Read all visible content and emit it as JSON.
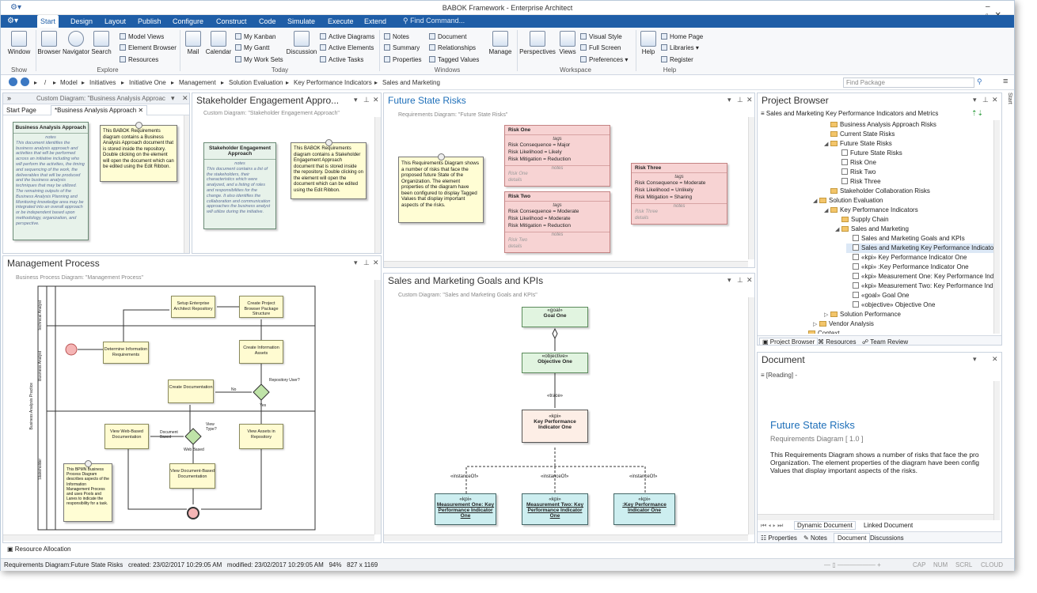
{
  "window": {
    "title": "BABOK Framework - Enterprise Architect"
  },
  "tabs": [
    "Start",
    "Design",
    "Layout",
    "Publish",
    "Configure",
    "Construct",
    "Code",
    "Simulate",
    "Execute",
    "Extend"
  ],
  "find_command": "Find Command...",
  "ribbon": {
    "show": {
      "window": "Window",
      "group": "Show"
    },
    "explore": {
      "browser": "Browser",
      "navigator": "Navigator",
      "search": "Search",
      "model_views": "Model Views",
      "element_browser": "Element Browser",
      "resources": "Resources",
      "group": "Explore"
    },
    "today": {
      "mail": "Mail",
      "calendar": "Calendar",
      "my_kanban": "My Kanban",
      "my_gantt": "My Gantt",
      "my_work_sets": "My Work Sets",
      "discussion": "Discussion",
      "active_diagrams": "Active Diagrams",
      "active_elements": "Active Elements",
      "active_tasks": "Active Tasks",
      "group": "Today"
    },
    "windows": {
      "notes": "Notes",
      "summary": "Summary",
      "properties": "Properties",
      "document": "Document",
      "relationships": "Relationships",
      "tagged_values": "Tagged Values",
      "manage": "Manage",
      "group": "Windows"
    },
    "workspace": {
      "perspectives": "Perspectives",
      "views": "Views",
      "visual_style": "Visual Style",
      "full_screen": "Full Screen",
      "preferences": "Preferences",
      "group": "Workspace"
    },
    "help": {
      "help": "Help",
      "home_page": "Home Page",
      "libraries": "Libraries",
      "register": "Register",
      "group": "Help"
    }
  },
  "breadcrumb": [
    "/",
    "Model",
    "Initiatives",
    "Initiative One",
    "Management",
    "Solution Evaluation",
    "Key Performance Indicators",
    "Sales and Marketing"
  ],
  "find_package": "Find Package",
  "panel1": {
    "header": "Custom Diagram: \"Business Analysis Approac",
    "tab1": "Start Page",
    "tab2": "*Business Analysis Approach",
    "art_title": "Business Analysis Approach",
    "art_label": "notes",
    "art_body": "This document identifies the business analysis approach and activities that will be performed across an initiative including who will perform the activities, the timing and sequencing of the work, the deliverables that will be produced and the business analysis techniques that may be utilized. The remaining outputs of the Business Analysis Planning and Monitoring knowledge area may be integrated into an overall approach or be independent based upon methodology, organization, and perspective.",
    "note": "This BABOK Requirements diagram contains a Business Analysis Approach document that is stored inside the repository. Double clicking on the element will open the document which can be edited using the Edit Ribbon."
  },
  "panel2": {
    "title": "Stakeholder Engagement Appro...",
    "label": "Custom Diagram: \"Stakeholder Engagement Approach\"",
    "art_title": "Stakeholder Engagement Approach",
    "art_label": "notes",
    "art_body": "This document contains a list of the stakeholders, their characteristics which were analyzed, and a listing of roles and responsibilities for the change. It also identifies the collaboration and communication approaches the business analyst will utilize during the initiative.",
    "note": "This BABOK Requirements diagram contains a Stakeholder Engagement Approach document that is stored inside the repository. Double clicking on the element will open the document which can be edited using the Edit Ribbon."
  },
  "panel3": {
    "title": "Future State Risks",
    "label": "Requirements Diagram: \"Future State Risks\"",
    "note": "This Requirements Diagram shows a number of risks that face the proposed future State of the Organization. The element properties of the diagram have been configured to display Tagged Values that display important aspects of the risks.",
    "risks": [
      {
        "name": "Risk One",
        "tags": "tags",
        "vals": [
          "Risk Consequence = Major",
          "Risk Likelihood = Likely",
          "Risk Mitigation = Reduction"
        ],
        "notes": "notes",
        "foot": "Risk One",
        "details": "details"
      },
      {
        "name": "Risk Two",
        "tags": "tags",
        "vals": [
          "Risk Consequence = Moderate",
          "Risk Likelihood = Moderate",
          "Risk Mitigation = Reduction"
        ],
        "notes": "notes",
        "foot": "Risk Two",
        "details": "details"
      },
      {
        "name": "Risk Three",
        "tags": "tags",
        "vals": [
          "Risk Consequence = Moderate",
          "Risk Likelihood = Unlikely",
          "Risk Mitigation = Sharing"
        ],
        "notes": "notes",
        "foot": "Risk Three",
        "details": "details"
      }
    ]
  },
  "panel4": {
    "title": "Management Process",
    "label": "Business Process Diagram: \"Management Process\"",
    "lanes": [
      "Technical Analyst",
      "Business Analyst",
      "Stakeholder"
    ],
    "pool": "Business Analysis Practice",
    "tasks": {
      "setup": "Setup Enterprise Architect Repository",
      "create_project": "Create Project Browser Package Structure",
      "determine": "Determine Information Requirements",
      "create_info": "Create Information Assets",
      "repo_user": "Repository User?",
      "no": "No",
      "yes": "Yes",
      "create_doc": "Create Documentation",
      "view_type": "View Type?",
      "doc_based": "Document Based",
      "web_based": "Web Based",
      "view_web": "View Web-Based Documentation",
      "view_doc": "View Document-Based Documentation",
      "view_assets": "View Assets in Repository"
    },
    "note": "This BPMN Business Process Diagram describes aspects of the Information Management Process and uses Pools and Lanes to indicate the responsibility for a task."
  },
  "panel5": {
    "title": "Sales and Marketing Goals and KPIs",
    "label": "Custom Diagram: \"Sales and Marketing Goals and KPIs\"",
    "goal_st": "«goal»",
    "goal": "Goal One",
    "obj_st": "«objective»",
    "obj": "Objective One",
    "trace": "«trace»",
    "kpi_st": "«kpi»",
    "kpi": "Key Performance Indicator One",
    "inst": "«instanceOf»",
    "m1": "Measurement One: Key Performance Indicator One",
    "m2": "Measurement Two: Key Performance Indicator One",
    "m3": ":Key Performance Indicator One"
  },
  "browser": {
    "title": "Project Browser",
    "path": "Sales and Marketing Key Performance Indicators and Metrics",
    "items": [
      {
        "t": "Business Analysis Approach Risks",
        "lvl": 0,
        "k": "f"
      },
      {
        "t": "Current State Risks",
        "lvl": 0,
        "k": "f"
      },
      {
        "t": "Future State Risks",
        "lvl": 0,
        "k": "f",
        "x": "◢"
      },
      {
        "t": "Future State Risks",
        "lvl": 1,
        "k": "d"
      },
      {
        "t": "Risk One",
        "lvl": 1,
        "k": "e"
      },
      {
        "t": "Risk Two",
        "lvl": 1,
        "k": "e"
      },
      {
        "t": "Risk Three",
        "lvl": 1,
        "k": "e"
      },
      {
        "t": "Stakeholder Collaboration Risks",
        "lvl": 0,
        "k": "f"
      },
      {
        "t": "Solution Evaluation",
        "lvl": -1,
        "k": "f",
        "x": "◢"
      },
      {
        "t": "Key Performance Indicators",
        "lvl": 0,
        "k": "f",
        "x": "◢"
      },
      {
        "t": "Supply Chain",
        "lvl": 1,
        "k": "f"
      },
      {
        "t": "Sales and Marketing",
        "lvl": 1,
        "k": "f",
        "x": "◢"
      },
      {
        "t": "Sales and Marketing Goals and KPIs",
        "lvl": 2,
        "k": "d"
      },
      {
        "t": "Sales and Marketing Key Performance Indicators",
        "lvl": 2,
        "k": "d"
      },
      {
        "t": "«kpi» Key Performance Indicator One",
        "lvl": 2,
        "k": "e"
      },
      {
        "t": "«kpi» :Key Performance Indicator One",
        "lvl": 2,
        "k": "e"
      },
      {
        "t": "«kpi» Measurement One: Key Performance Indica",
        "lvl": 2,
        "k": "e"
      },
      {
        "t": "«kpi» Measurement Two: Key Performance Indica",
        "lvl": 2,
        "k": "e"
      },
      {
        "t": "«goal» Goal One",
        "lvl": 2,
        "k": "e"
      },
      {
        "t": "«objective» Objective One",
        "lvl": 2,
        "k": "e"
      },
      {
        "t": "Solution Performance",
        "lvl": 0,
        "k": "f",
        "x": "▷"
      },
      {
        "t": "Vendor Analysis",
        "lvl": -1,
        "k": "f",
        "x": "▷"
      },
      {
        "t": "Context",
        "lvl": -2,
        "k": "f"
      }
    ],
    "tabs": [
      "Project Browser",
      "Resources",
      "Team Review"
    ]
  },
  "document": {
    "title": "Document",
    "mode": "[Reading] -",
    "heading": "Future State Risks",
    "sub": "Requirements Diagram  [ 1.0 ]",
    "body": "This Requirements Diagram shows a number of risks that face the pro Organization. The element properties of the diagram have been config Values that display important aspects of the risks.",
    "tabs": [
      "Dynamic Document",
      "Linked Document"
    ],
    "bottom_tabs": [
      "Properties",
      "Notes",
      "Document",
      "Discussions"
    ]
  },
  "resource_allocation": "Resource Allocation",
  "status": {
    "text": "Requirements Diagram:Future State Risks   created: 23/02/2017 10:29:05 AM   modified: 23/02/2017 10:29:05 AM   94%   827 x 1169",
    "caps": [
      "CAP",
      "NUM",
      "SCRL",
      "CLOUD"
    ]
  }
}
